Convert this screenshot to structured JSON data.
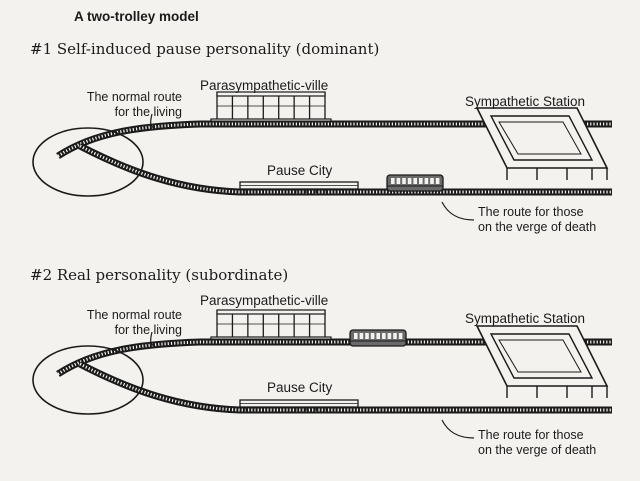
{
  "title": "A two-trolley model",
  "sections": [
    {
      "heading": "#1 Self-induced pause personality (dominant)",
      "upper_station": "Parasympathetic-ville",
      "lower_station": "Pause City",
      "terminal": "Sympathetic Station",
      "normal_route": [
        "The normal route",
        "for the living"
      ],
      "death_route": [
        "The route for those",
        "on the verge of death"
      ],
      "trolley_on": "lower"
    },
    {
      "heading": "#2 Real personality (subordinate)",
      "upper_station": "Parasympathetic-ville",
      "lower_station": "Pause City",
      "terminal": "Sympathetic Station",
      "normal_route": [
        "The normal route",
        "for the living"
      ],
      "death_route": [
        "The route for those",
        "on the verge of death"
      ],
      "trolley_on": "upper"
    }
  ],
  "colors": {
    "ink": "#1b1b1b",
    "paper": "#f3f2ef",
    "trolley": "#3a3a3a"
  }
}
